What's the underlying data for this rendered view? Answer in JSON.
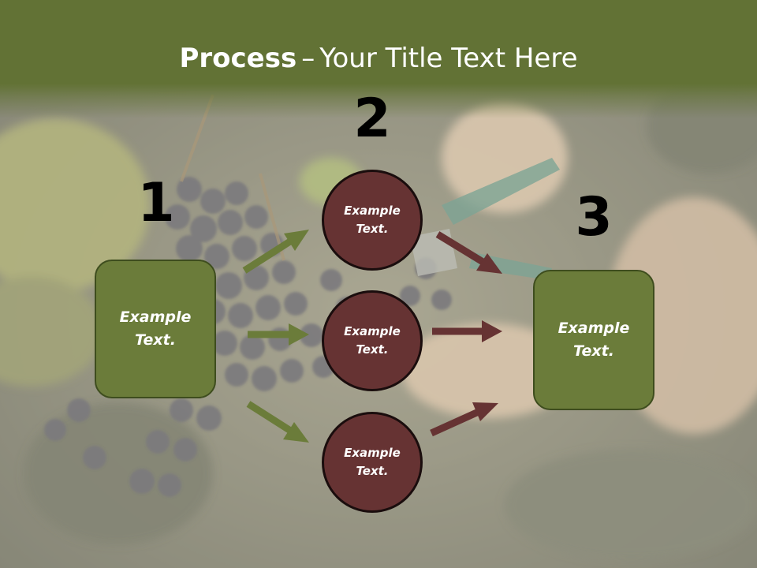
{
  "slide": {
    "title_bold": "Process",
    "title_separator": "–",
    "title_rest": "Your Title Text Here"
  },
  "steps": {
    "step1": {
      "number": "1",
      "text": "Example\nText."
    },
    "step2": {
      "number": "2",
      "circles": [
        "Example\nText.",
        "Example\nText.",
        "Example\nText."
      ]
    },
    "step3": {
      "number": "3",
      "text": "Example\nText."
    }
  },
  "colors": {
    "title_band": "#627235",
    "box_fill": "#6b7c3a",
    "circle_fill": "#663333",
    "green_arrow": "#6b7c3a",
    "red_arrow": "#663333"
  }
}
